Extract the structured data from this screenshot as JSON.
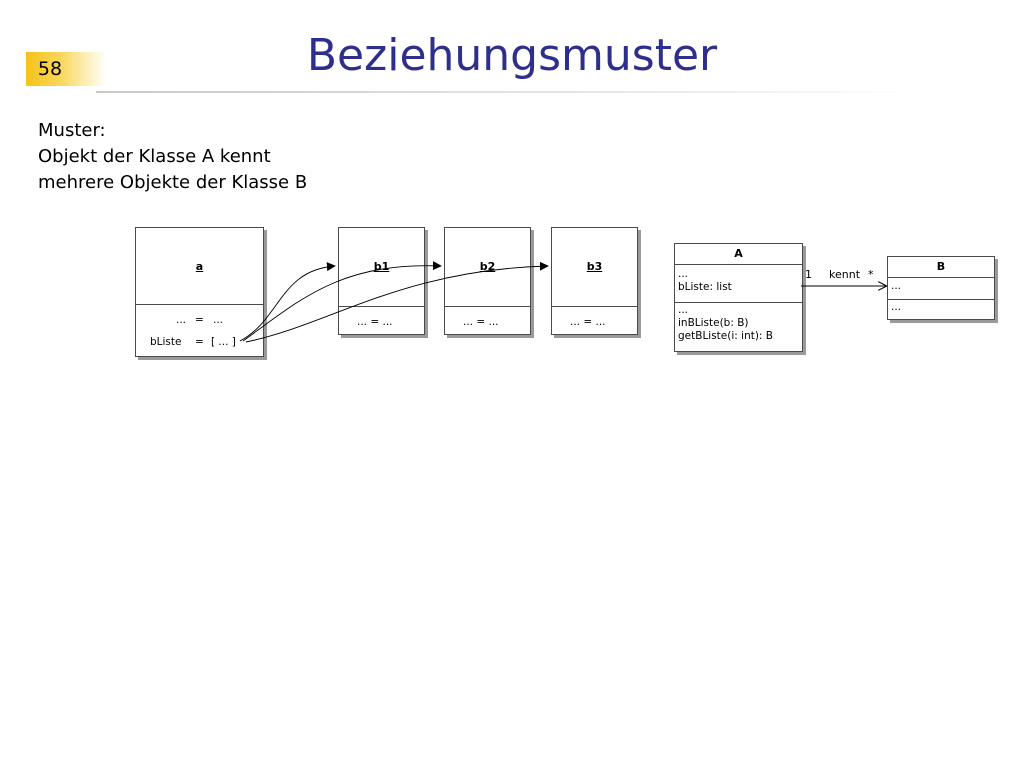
{
  "slide": {
    "page_number": "58",
    "title": "Beziehungsmuster",
    "body_lines": [
      "Muster:",
      "Objekt der Klasse A kennt",
      "mehrere Objekte der Klasse B"
    ]
  },
  "object_diagram": {
    "a": {
      "name": "a",
      "attr1_name": "...",
      "attr1_eq": "=",
      "attr1_val": "...",
      "attr2_name": "bListe",
      "attr2_eq": "=",
      "attr2_val": "[ ... ]"
    },
    "b1": {
      "name": "b1",
      "attr": "...  =  ..."
    },
    "b2": {
      "name": "b2",
      "attr": "...  =  ..."
    },
    "b3": {
      "name": "b3",
      "attr": "...  =  ..."
    }
  },
  "class_diagram": {
    "A": {
      "name": "A",
      "attributes": [
        "...",
        "bListe: list"
      ],
      "methods": [
        "...",
        "inBListe(b: B)",
        "getBListe(i: int): B"
      ]
    },
    "B": {
      "name": "B",
      "attributes": [
        "..."
      ],
      "methods": [
        "..."
      ]
    },
    "association": {
      "multiplicity_a": "1",
      "label": "kennt",
      "multiplicity_b": "*"
    }
  },
  "colors": {
    "title": "#2e2e8c",
    "badge": "#f6c21a"
  }
}
